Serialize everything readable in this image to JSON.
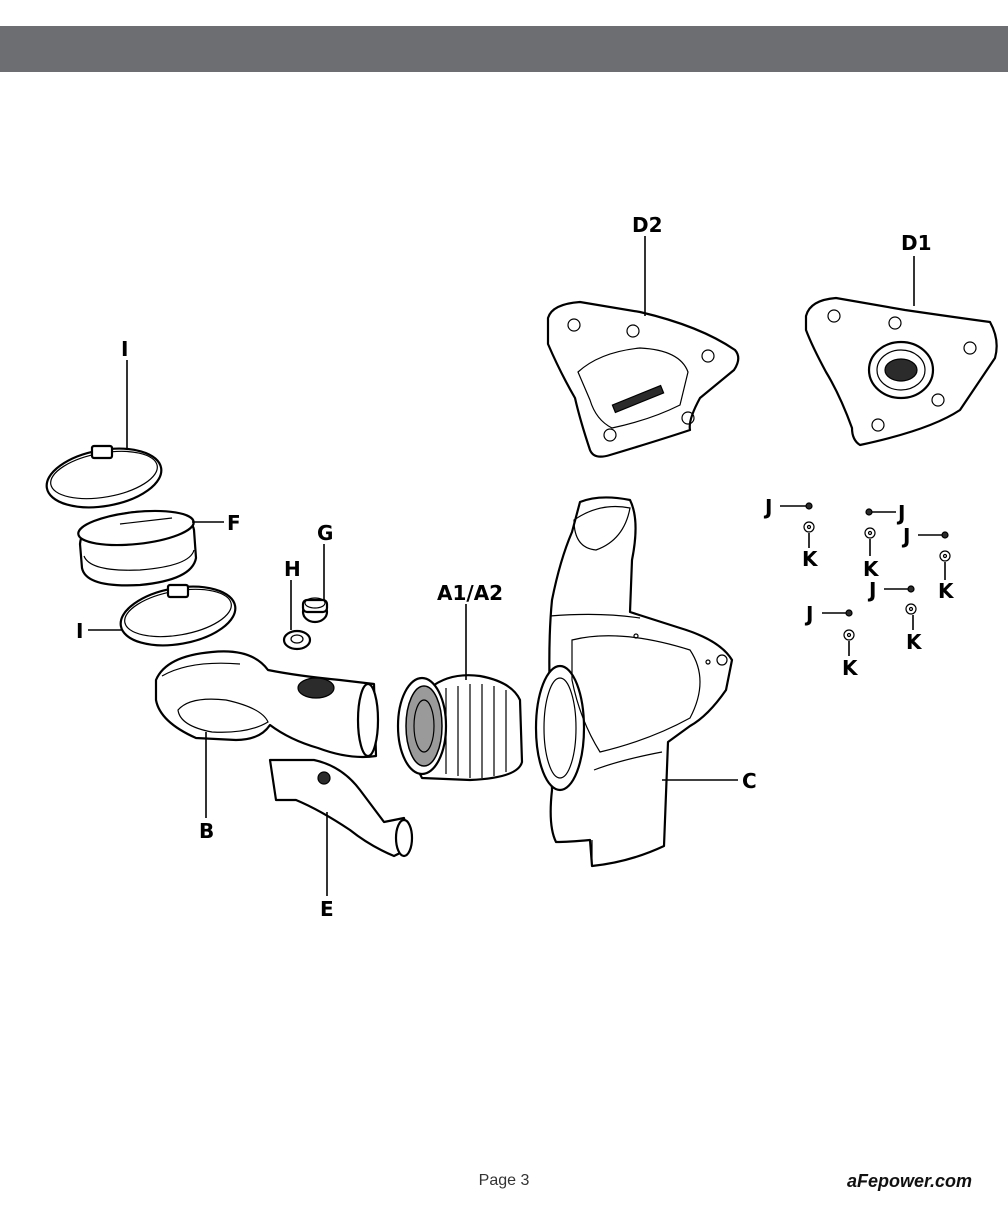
{
  "header": {
    "bar_color": "#6d6e71"
  },
  "callouts": {
    "D2": "D2",
    "D1": "D1",
    "I_top": "I",
    "I_bottom": "I",
    "F": "F",
    "G": "G",
    "H": "H",
    "A1A2": "A1/A2",
    "B": "B",
    "C": "C",
    "E": "E",
    "J1": "J",
    "J2": "J",
    "J3": "J",
    "J4": "J",
    "J5": "J",
    "K1": "K",
    "K2": "K",
    "K3": "K",
    "K4": "K",
    "K5": "K"
  },
  "footer": {
    "page": "Page 3",
    "site": "aFepower.com"
  }
}
